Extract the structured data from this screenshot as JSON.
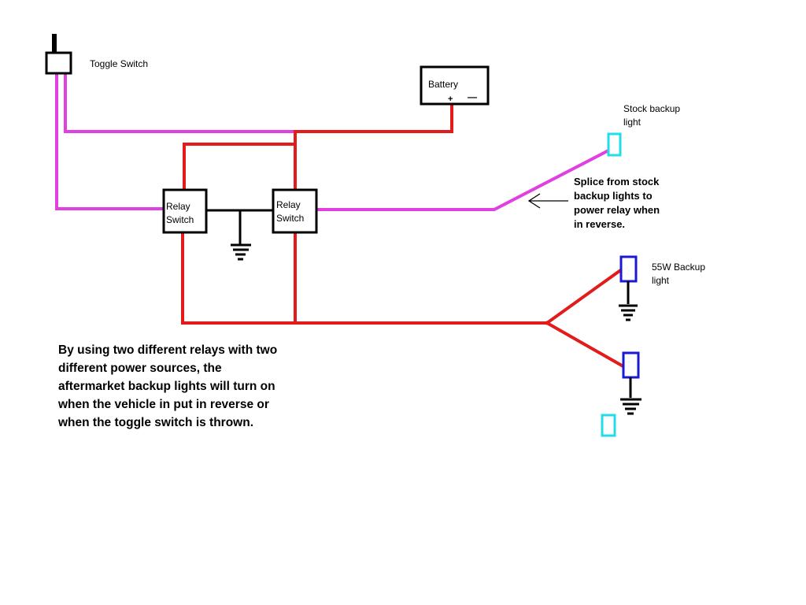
{
  "labels": {
    "toggle_switch": "Toggle Switch",
    "battery": "Battery",
    "battery_plus": "+",
    "battery_minus": "—",
    "relay_left_line1": "Relay",
    "relay_left_line2": "Switch",
    "relay_right_line1": "Relay",
    "relay_right_line2": "Switch",
    "stock_backup_line1": "Stock backup",
    "stock_backup_line2": "light",
    "splice_line1": "Splice from stock",
    "splice_line2": "backup lights to",
    "splice_line3": "power relay when",
    "splice_line4": "in reverse.",
    "backup55_line1": "55W Backup",
    "backup55_line2": "light"
  },
  "description": {
    "line1": "By using two different relays with two",
    "line2": "different power sources, the",
    "line3": "aftermarket backup lights will turn on",
    "line4": "when the vehicle in put in reverse or",
    "line5": "when the toggle switch is thrown."
  },
  "colors": {
    "power_wire": "#e31b1b",
    "signal_wire": "#e040e0",
    "ground_wire": "#000000",
    "stock_light": "#22dde8",
    "backup_light": "#1a1ad0"
  }
}
